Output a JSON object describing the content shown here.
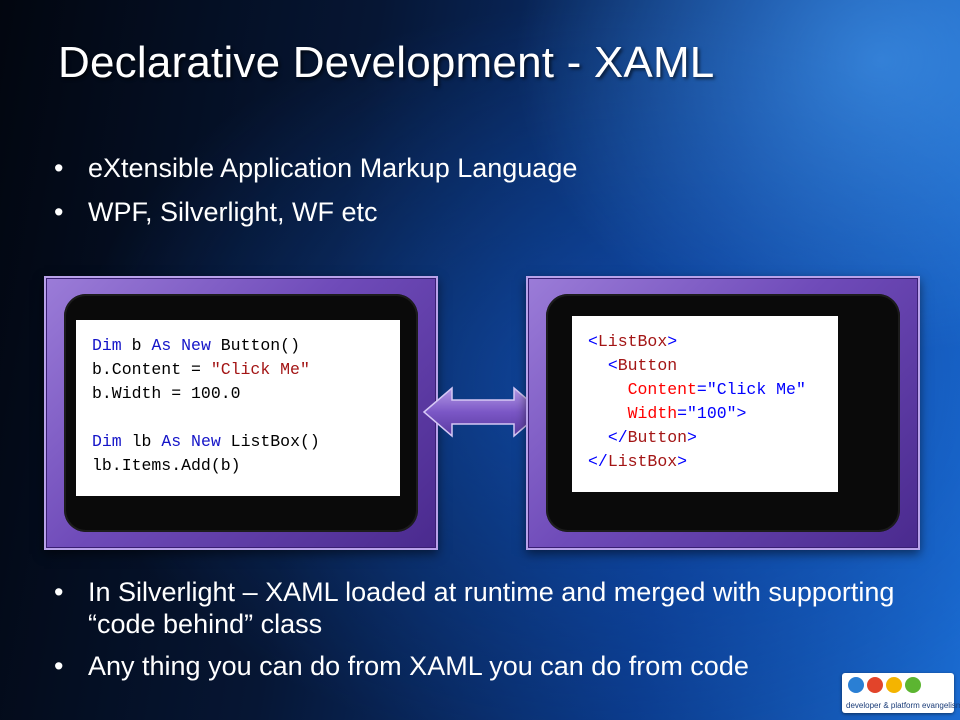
{
  "slide": {
    "title": "Declarative Development - XAML",
    "bullets_top": [
      "eXtensible Application Markup Language",
      "WPF, Silverlight, WF etc"
    ],
    "bullets_bottom": [
      "In Silverlight – XAML loaded at runtime and merged with supporting “code behind” class",
      "Any thing you can do from XAML you can do from code"
    ]
  },
  "code_vb": {
    "line1": {
      "kw1": "Dim",
      "t1": " b ",
      "kw2": "As",
      "t2": " ",
      "kw3": "New",
      "t3": " Button()"
    },
    "line2": {
      "t1": "b.Content = ",
      "s1": "\"Click Me\""
    },
    "line3": {
      "t1": "b.Width = 100.0"
    },
    "line4": {
      "kw1": "Dim",
      "t1": " lb ",
      "kw2": "As",
      "t2": " ",
      "kw3": "New",
      "t3": " ListBox()"
    },
    "line5": {
      "t1": "lb.Items.Add(b)"
    }
  },
  "code_xaml": {
    "line1": {
      "b1": "<",
      "tag": "ListBox",
      "b2": ">"
    },
    "line2": {
      "b1": "<",
      "tag": "Button"
    },
    "line3": {
      "attr": "Content",
      "eq": "=",
      "val": "\"Click Me\""
    },
    "line4": {
      "attr": "Width",
      "eq": "=",
      "val": "\"100\"",
      "b2": ">"
    },
    "line5": {
      "b1": "</",
      "tag": "Button",
      "b2": ">"
    },
    "line6": {
      "b1": "</",
      "tag": "ListBox",
      "b2": ">"
    }
  },
  "logo": {
    "caption": "developer & platform evangelism",
    "colors": [
      "#2a7fd4",
      "#e2442a",
      "#f4b400",
      "#5cb531"
    ]
  },
  "colors": {
    "panel": "#7a56c4",
    "arrow": "#8a68c8"
  }
}
